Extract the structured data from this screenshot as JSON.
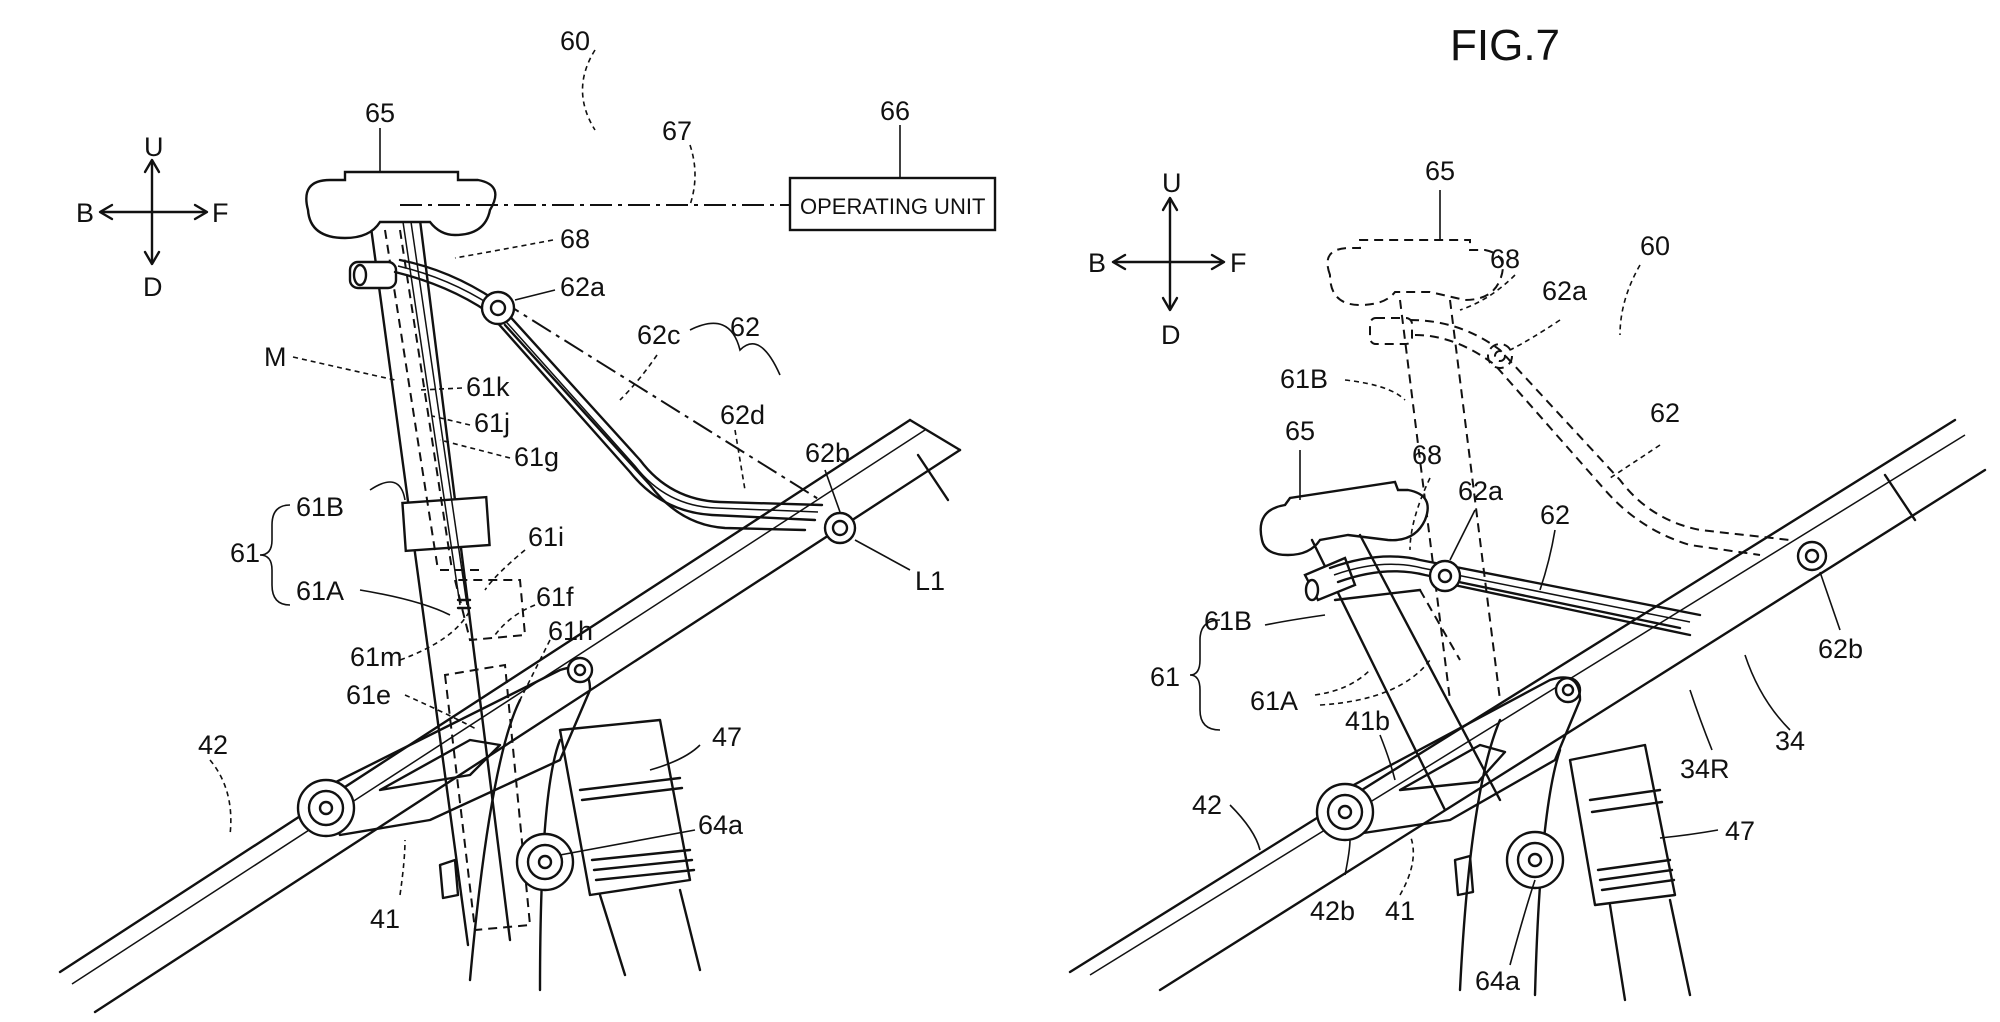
{
  "figure": {
    "title": "FIG.7",
    "left_view": {
      "labels": {
        "ref_60": "60",
        "ref_65": "65",
        "ref_66": "66",
        "ref_67": "67",
        "ref_68": "68",
        "ref_62": "62",
        "ref_62a": "62a",
        "ref_62b": "62b",
        "ref_62c": "62c",
        "ref_62d": "62d",
        "ref_L1": "L1",
        "ref_M": "M",
        "ref_61k": "61k",
        "ref_61j": "61j",
        "ref_61g": "61g",
        "ref_61B": "61B",
        "ref_61": "61",
        "ref_61A": "61A",
        "ref_61i": "61i",
        "ref_61f": "61f",
        "ref_61h": "61h",
        "ref_61m": "61m",
        "ref_61e": "61e",
        "ref_42": "42",
        "ref_41": "41",
        "ref_47": "47",
        "ref_64a": "64a"
      },
      "operating_unit": "OPERATING UNIT",
      "direction": {
        "up": "U",
        "down": "D",
        "back": "B",
        "front": "F"
      }
    },
    "right_view": {
      "labels": {
        "ref_65_top": "65",
        "ref_68_top": "68",
        "ref_62a_top": "62a",
        "ref_60": "60",
        "ref_61B_top": "61B",
        "ref_62_top": "62",
        "ref_65": "65",
        "ref_68": "68",
        "ref_62a": "62a",
        "ref_62": "62",
        "ref_61B": "61B",
        "ref_61": "61",
        "ref_61A": "61A",
        "ref_41b": "41b",
        "ref_62b": "62b",
        "ref_34": "34",
        "ref_34R": "34R",
        "ref_42": "42",
        "ref_47": "47",
        "ref_42b": "42b",
        "ref_41": "41",
        "ref_64a": "64a"
      },
      "direction": {
        "up": "U",
        "down": "D",
        "back": "B",
        "front": "F"
      }
    }
  }
}
